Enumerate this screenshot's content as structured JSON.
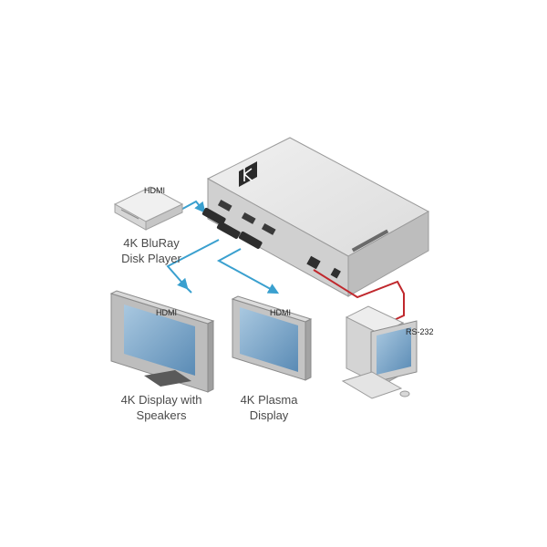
{
  "colors": {
    "hdmi_cable": "#3aa0cf",
    "rs232_cable": "#c0282d",
    "device_gray": "#e2e2e2",
    "screen_blue": "#6f9fc4"
  },
  "icons": [
    "kramer-logo-icon",
    "arrow-icon",
    "hdmi-plug-icon"
  ],
  "devices": {
    "source": {
      "label_line1": "4K BluRay",
      "label_line2": "Disk Player"
    },
    "display1": {
      "label_line1": "4K Display with",
      "label_line2": "Speakers"
    },
    "display2": {
      "label_line1": "4K Plasma",
      "label_line2": "Display"
    }
  },
  "cables": {
    "source_hdmi": "HDMI",
    "display1_hdmi": "HDMI",
    "display2_hdmi": "HDMI",
    "control": "RS-232"
  }
}
